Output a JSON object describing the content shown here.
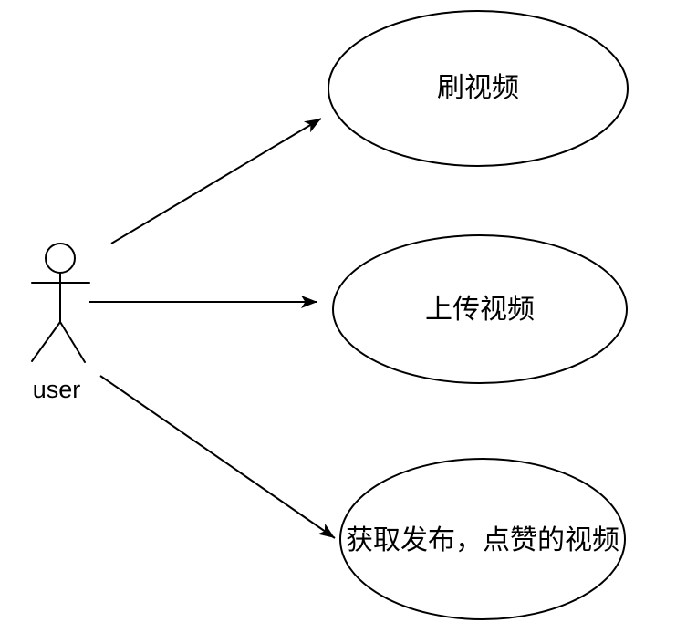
{
  "diagram": {
    "type": "uml-use-case",
    "colors": {
      "background": "#ffffff",
      "shape_fill": "#ffffff",
      "stroke": "#000000",
      "text": "#000000"
    },
    "actor": {
      "id": "user",
      "label": "user"
    },
    "use_cases": [
      {
        "id": "browse-videos",
        "label": "刷视频"
      },
      {
        "id": "upload-videos",
        "label": "上传视频"
      },
      {
        "id": "fetch-published-liked-videos",
        "label": "获取发布，点赞的视频"
      }
    ],
    "connections": [
      {
        "from": "user",
        "to": "browse-videos",
        "style": "solid-arrow"
      },
      {
        "from": "user",
        "to": "upload-videos",
        "style": "solid-arrow"
      },
      {
        "from": "user",
        "to": "fetch-published-liked-videos",
        "style": "solid-arrow"
      }
    ]
  }
}
